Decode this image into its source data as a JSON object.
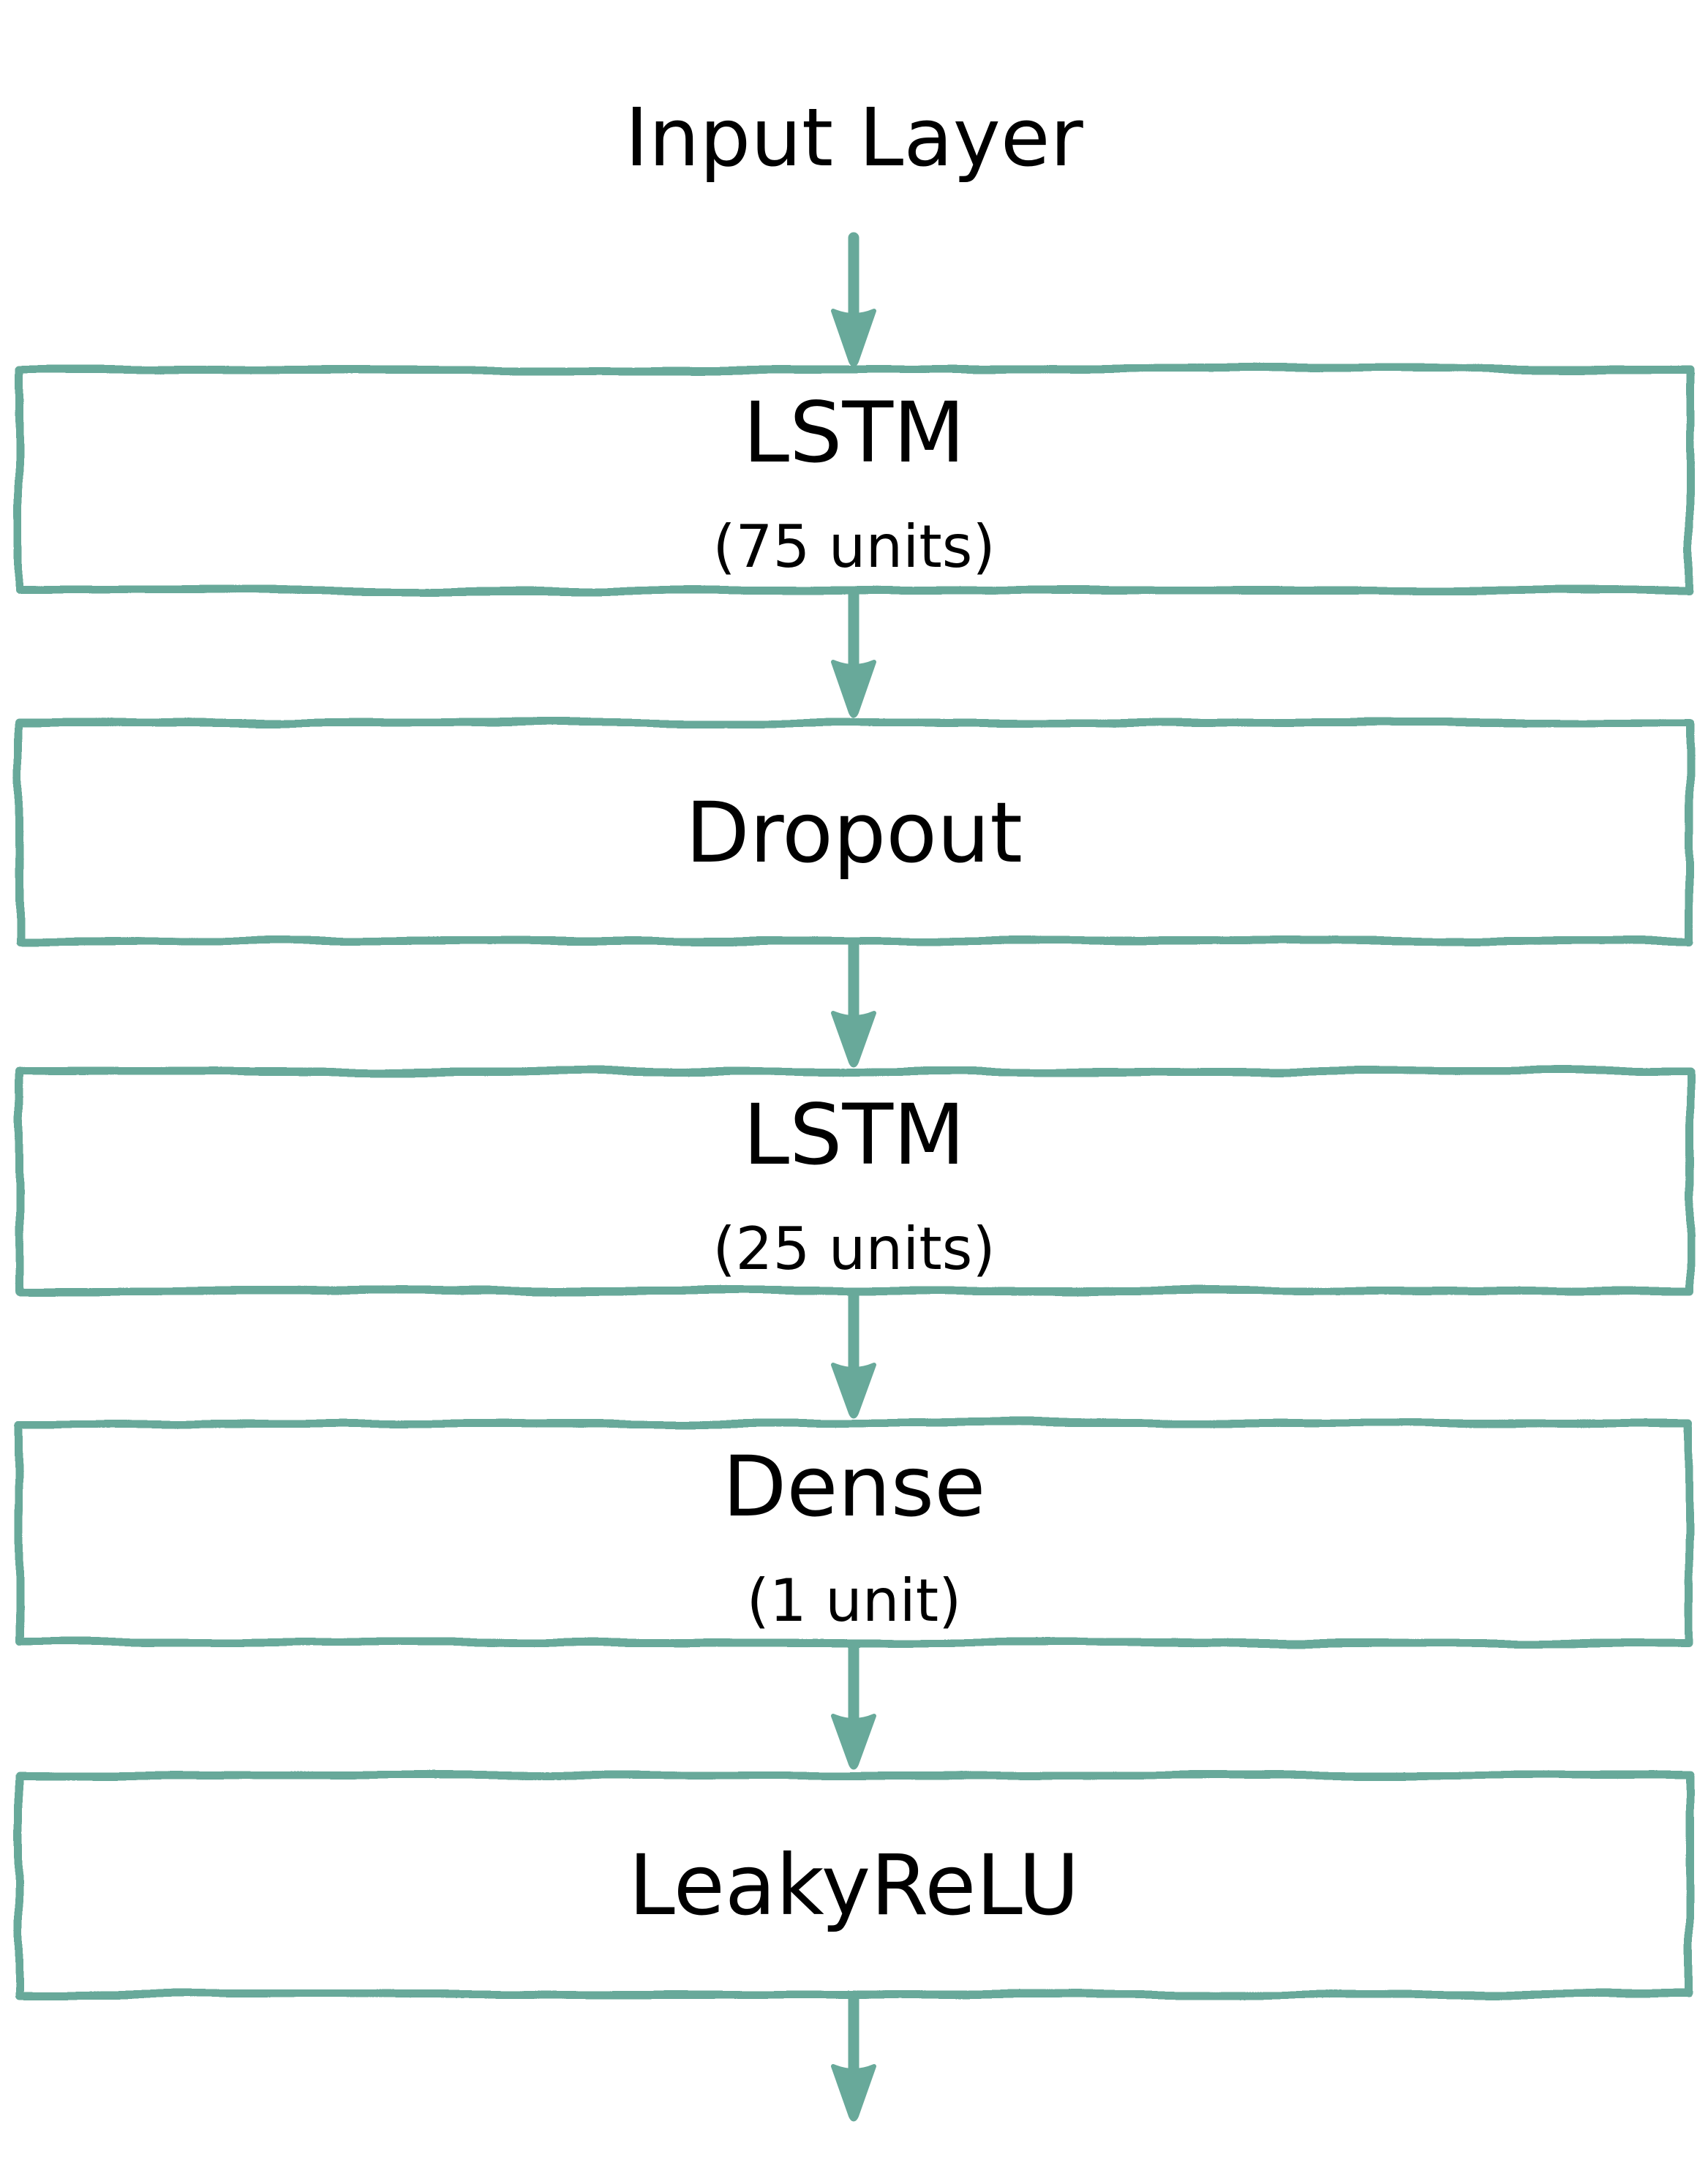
{
  "diagram": {
    "title": "Input Layer",
    "layers": [
      {
        "name": "LSTM",
        "detail": "(75 units)"
      },
      {
        "name": "Dropout",
        "detail": ""
      },
      {
        "name": "LSTM",
        "detail": "(25 units)"
      },
      {
        "name": "Dense",
        "detail": "(1 unit)"
      },
      {
        "name": "LeakyReLU",
        "detail": ""
      }
    ],
    "connector_icon": "down-arrow-icon",
    "colors": {
      "accent": "#68a99a",
      "text": "#000000",
      "background": "#ffffff"
    }
  }
}
